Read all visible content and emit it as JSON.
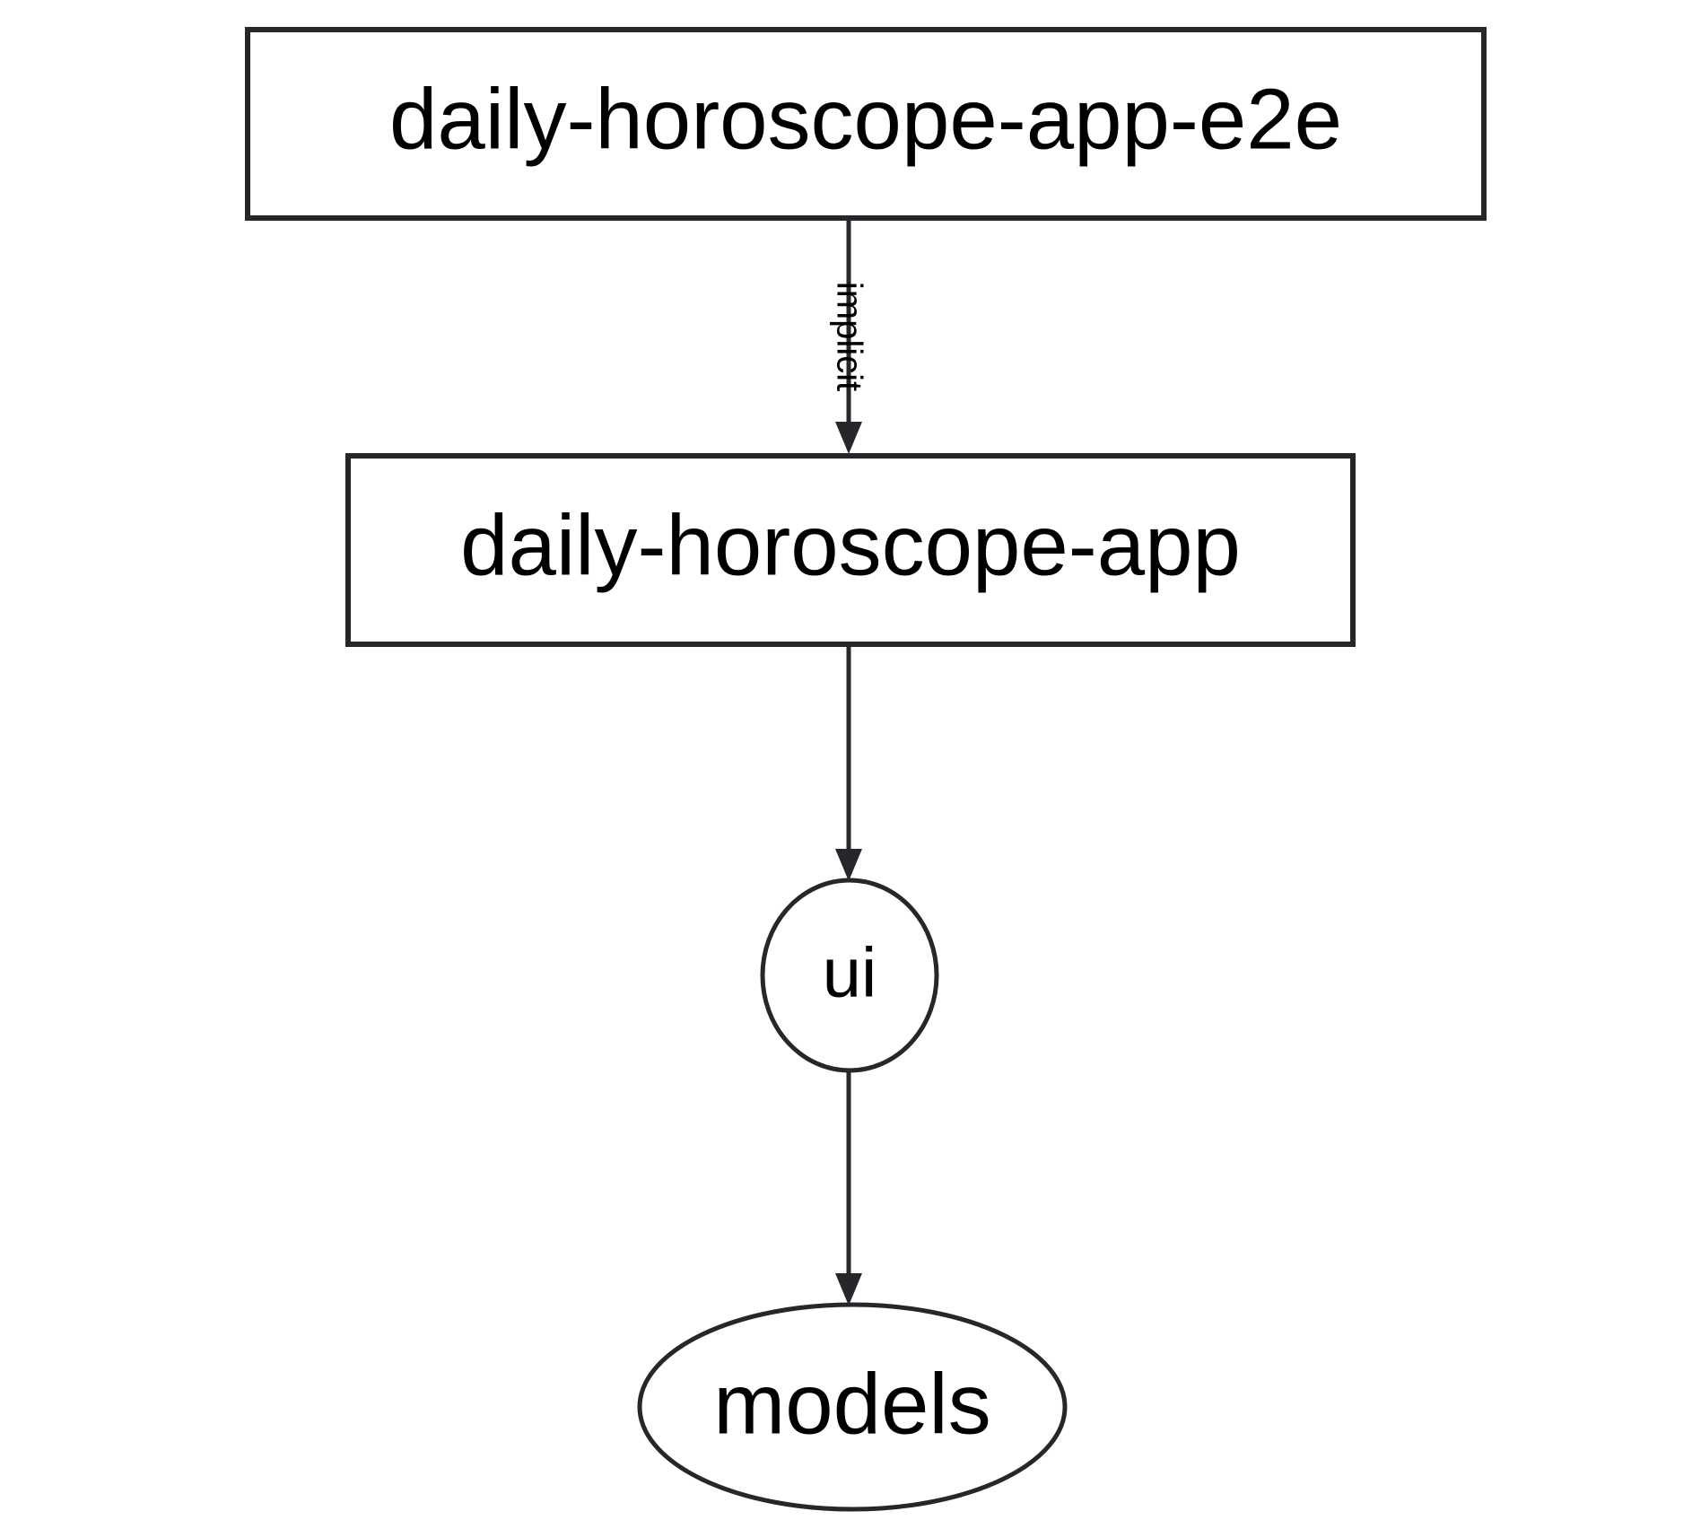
{
  "diagram": {
    "type": "dependency-graph",
    "direction": "top-to-bottom",
    "background_color": "#ffffff",
    "stroke_color": "#26262b",
    "text_color": "#000000",
    "nodes": [
      {
        "id": "daily-horoscope-app-e2e",
        "label": "daily-horoscope-app-e2e",
        "shape": "rectangle"
      },
      {
        "id": "daily-horoscope-app",
        "label": "daily-horoscope-app",
        "shape": "rectangle"
      },
      {
        "id": "ui",
        "label": "ui",
        "shape": "circle"
      },
      {
        "id": "models",
        "label": "models",
        "shape": "ellipse"
      }
    ],
    "edges": [
      {
        "from": "daily-horoscope-app-e2e",
        "to": "daily-horoscope-app",
        "label": "implicit",
        "label_orientation": "vertical"
      },
      {
        "from": "daily-horoscope-app",
        "to": "ui",
        "label": ""
      },
      {
        "from": "ui",
        "to": "models",
        "label": ""
      }
    ]
  }
}
